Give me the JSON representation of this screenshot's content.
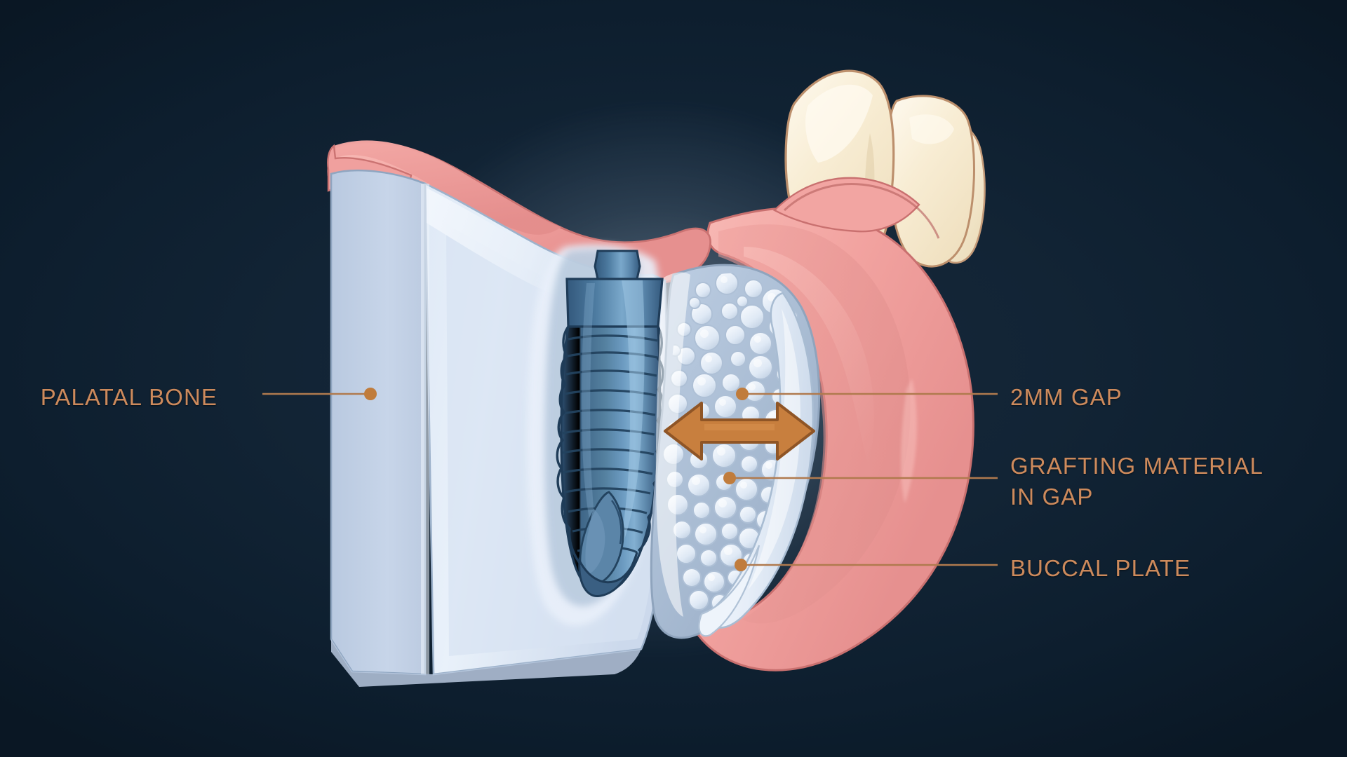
{
  "figure": {
    "title": "Dental implant buccal gap grafting cross-section",
    "background_color": "#112435",
    "label_color": "#cd8a5c",
    "leader_color": "#b07a4e",
    "arrow_color": "#c87f3e",
    "arrow_stroke": "#8f5526"
  },
  "labels": {
    "palatal_bone": "PALATAL BONE",
    "gap": "2MM GAP",
    "grafting_material": "GRAFTING MATERIAL\nIN GAP",
    "buccal_plate": "BUCCAL PLATE"
  },
  "annotations": {
    "gap_arrow": "double-headed horizontal arrow spanning the 2mm buccal gap"
  },
  "anatomy": {
    "gingiva_color": "#f0a0a0",
    "gingiva_shadow": "#e08c8c",
    "bone_color": "#c9d8ec",
    "bone_light": "#e4ecf7",
    "cortical_color": "#eaf1fa",
    "graft_particle_color": "#e3ecf7",
    "graft_bed_color": "#aebfd4",
    "implant_color": "#4a7398",
    "implant_dark": "#2d4d6b",
    "implant_light": "#7ba3c8",
    "tooth_color": "#f7e9cc",
    "tooth_light": "#fdf6e6",
    "tooth_outline": "#b08a6a"
  },
  "parts": [
    {
      "name": "palatal-bone-block",
      "description": "Cut block of palatal alveolar bone, isometric left face"
    },
    {
      "name": "gingiva",
      "description": "Pink gum tissue covering crest and buccal surface"
    },
    {
      "name": "dental-implant",
      "description": "Threaded titanium implant placed in socket"
    },
    {
      "name": "graft-particles",
      "description": "Particulate bone graft filling the buccal gap"
    },
    {
      "name": "buccal-plate",
      "description": "Thin facial cortical bone plate"
    },
    {
      "name": "teeth",
      "description": "Two adjacent natural teeth, crowns visible"
    }
  ]
}
